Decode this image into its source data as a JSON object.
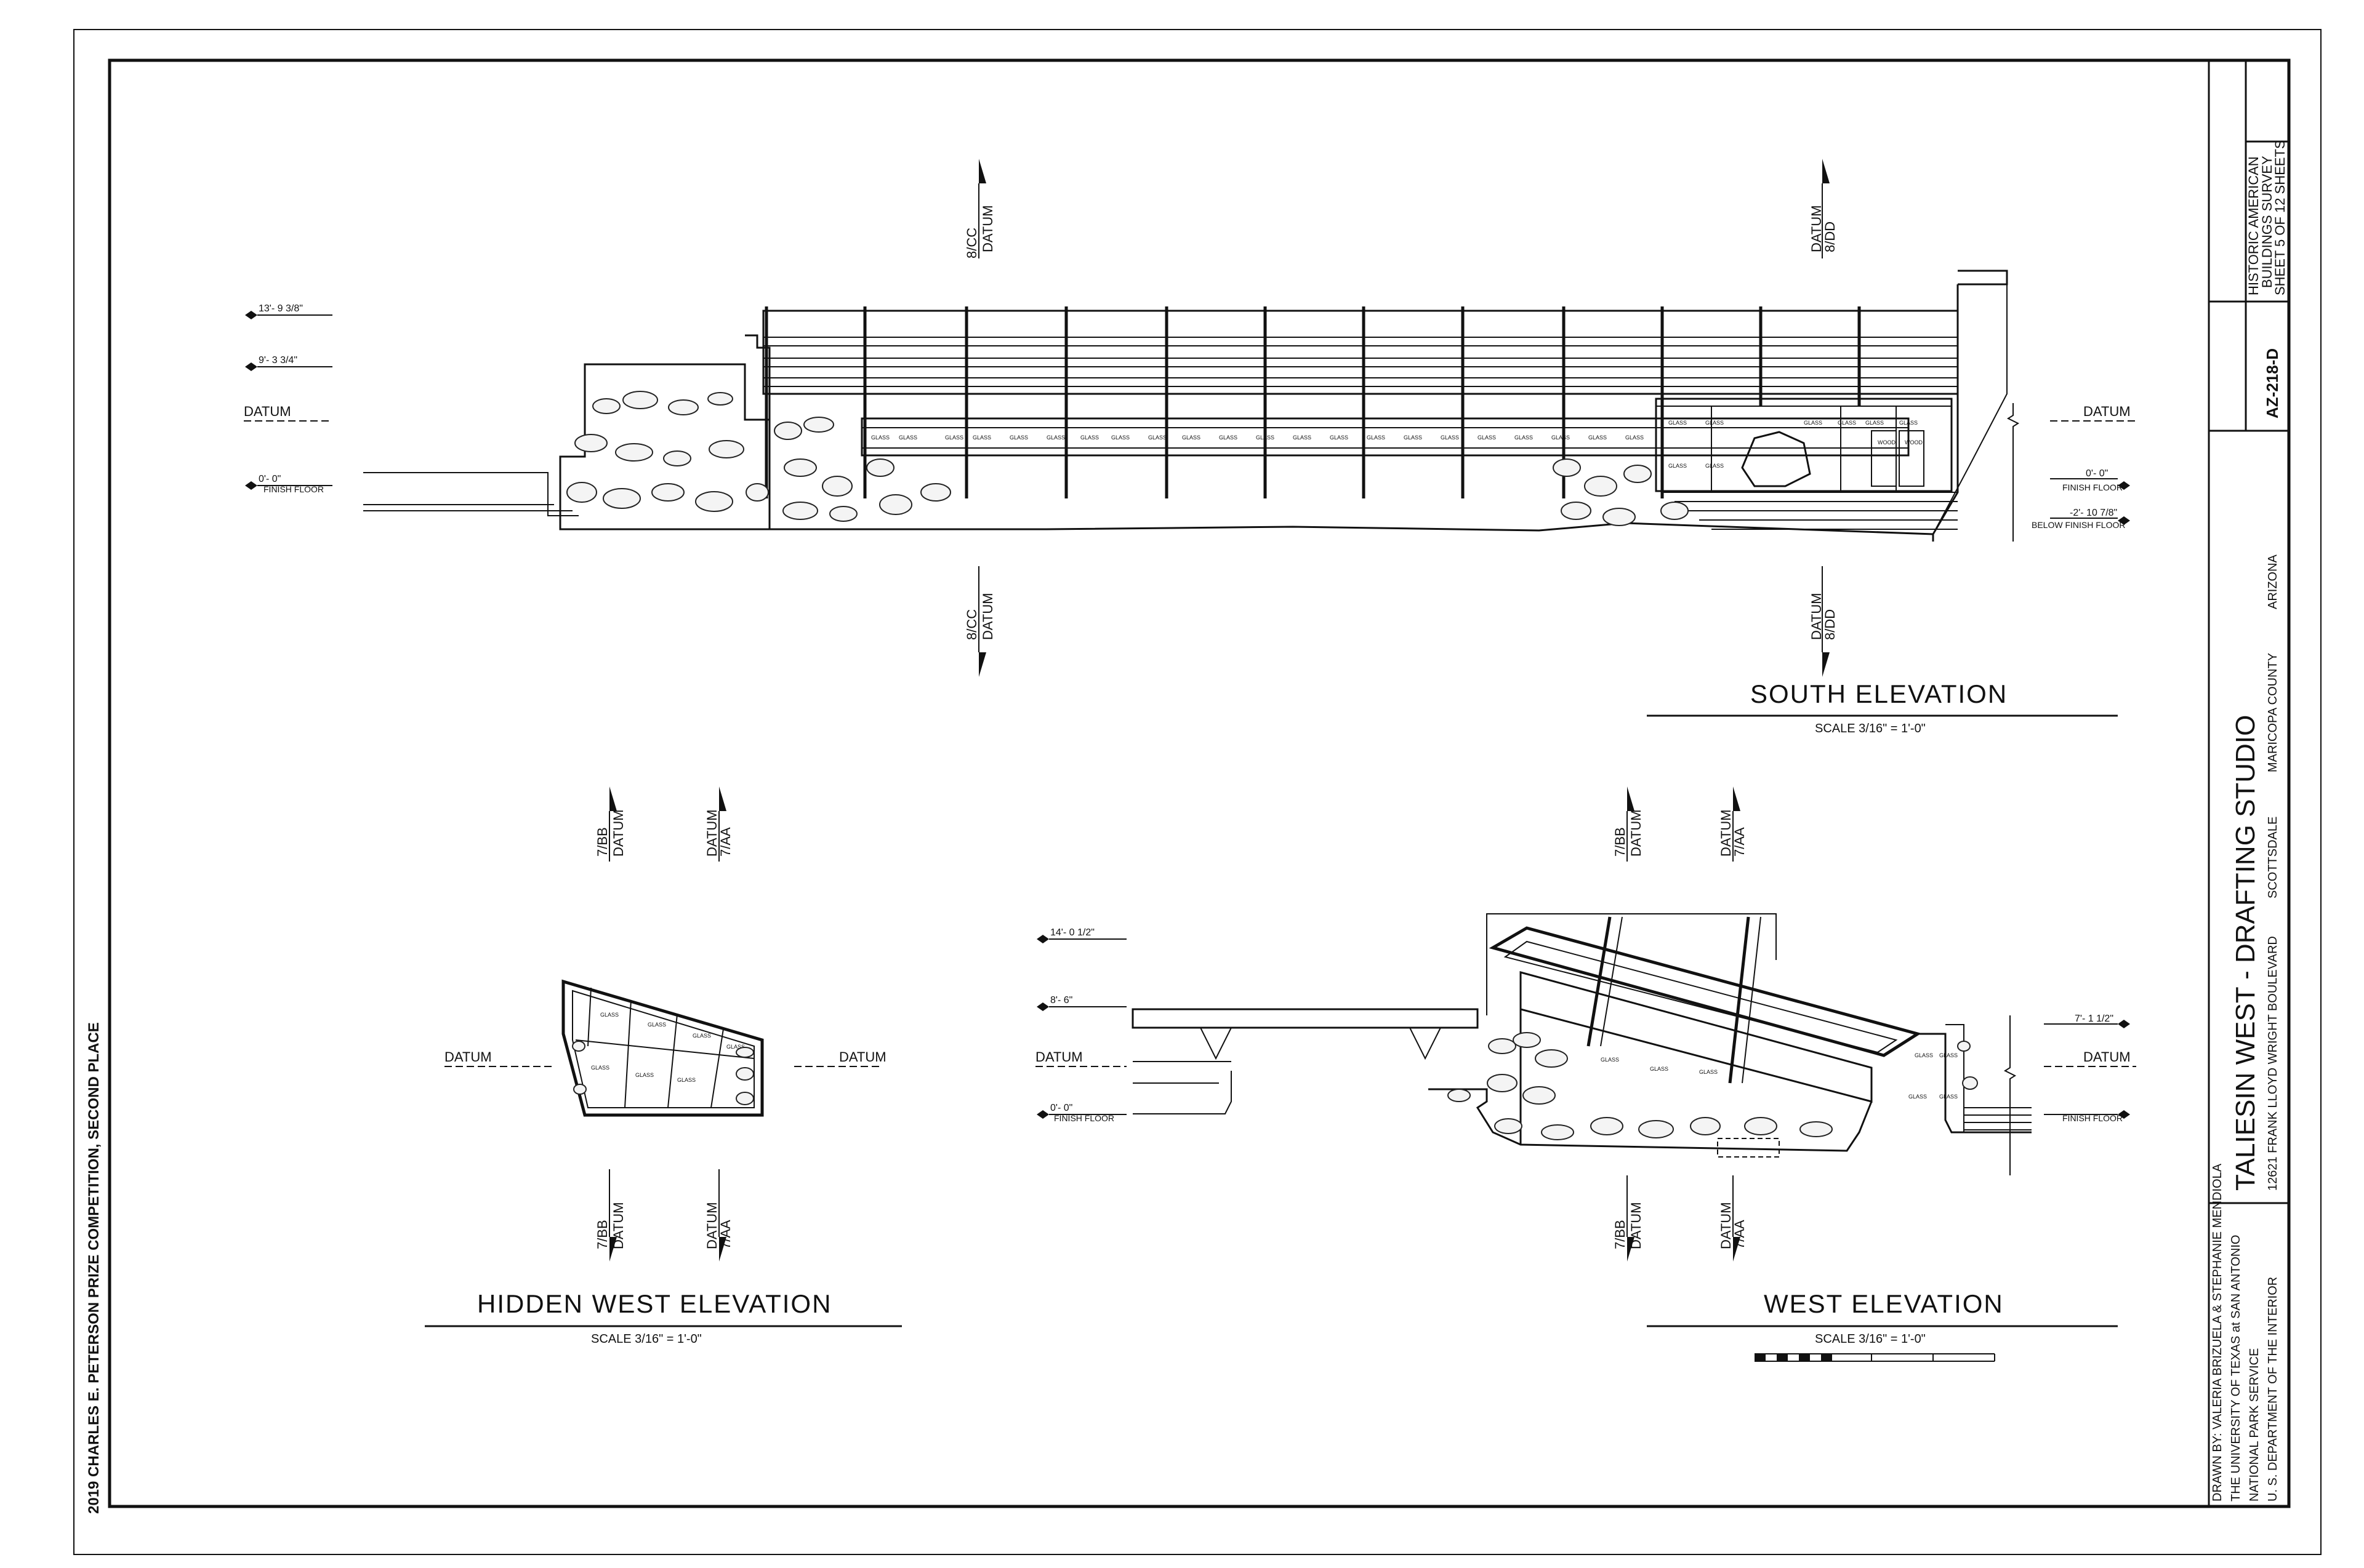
{
  "credit": "2019 CHARLES E. PETERSON PRIZE COMPETITION, SECOND PLACE",
  "title_block": {
    "drawn_by": "DRAWN BY: VALERIA BRIZUELA & STEPHANIE MENDIOLA",
    "school": "THE UNIVERSITY OF TEXAS at SAN ANTONIO",
    "agency": "NATIONAL PARK SERVICE",
    "department": "U. S. DEPARTMENT OF THE INTERIOR",
    "project": "TALIESIN WEST - DRAFTING STUDIO",
    "address": "12621 FRANK LLOYD WRIGHT BOULEVARD",
    "city": "SCOTTSDALE",
    "county": "MARICOPA COUNTY",
    "state": "ARIZONA",
    "survey_line1": "HISTORIC AMERICAN",
    "survey_line2": "BUILDINGS SURVEY",
    "sheet": "SHEET  5  OF 12 SHEETS",
    "survey_no": "AZ-218-D"
  },
  "south_elevation": {
    "title": "SOUTH ELEVATION",
    "scale": "SCALE 3/16\" = 1'-0\"",
    "section_cc": "8/CC",
    "section_dd": "8/DD",
    "datum": "DATUM",
    "level_1": "13'- 9 3/8\"",
    "level_2": "9'- 3 3/4\"",
    "level_3": "0'- 0\"",
    "finish_floor": "FINISH FLOOR",
    "right_level_1": "0'- 0\"",
    "right_level_2": "-2'- 10 7/8\"",
    "below_finish_floor": "BELOW FINISH FLOOR",
    "glass": "GLASS",
    "wood": "WOOD"
  },
  "hidden_west_elevation": {
    "title": "HIDDEN WEST ELEVATION",
    "scale": "SCALE 3/16\" = 1'-0\"",
    "section_bb": "7/BB",
    "section_aa": "7/AA",
    "datum": "DATUM"
  },
  "west_elevation": {
    "title": "WEST ELEVATION",
    "scale": "SCALE 3/16\" = 1'-0\"",
    "section_bb": "7/BB",
    "section_aa": "7/AA",
    "datum": "DATUM",
    "level_1": "14'- 0 1/2\"",
    "level_2": "8'- 6\"",
    "level_3": "0'- 0\"",
    "finish_floor": "FINISH FLOOR",
    "right_level": "7'- 1 1/2\""
  }
}
